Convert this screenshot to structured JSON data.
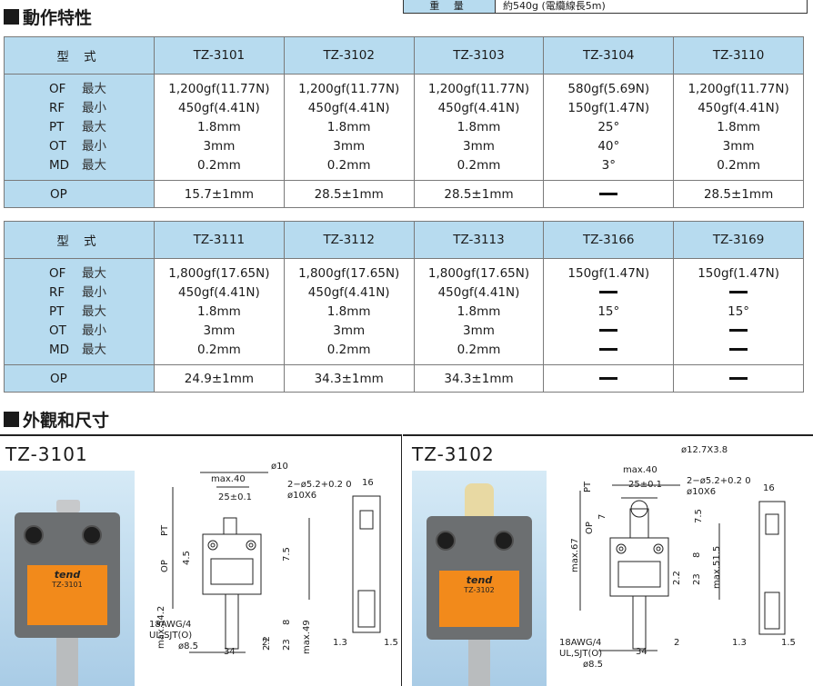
{
  "weight": {
    "label": "重 量",
    "value": "約540g (電纜線長5m)"
  },
  "section_characteristics": "動作特性",
  "section_outline": "外觀和尺寸",
  "param_labels": [
    {
      "key": "OF",
      "qual": "最大"
    },
    {
      "key": "RF",
      "qual": "最小"
    },
    {
      "key": "PT",
      "qual": "最大"
    },
    {
      "key": "OT",
      "qual": "最小"
    },
    {
      "key": "MD",
      "qual": "最大"
    }
  ],
  "op_label": "OP",
  "type_label": "型 式",
  "table1": {
    "models": [
      "TZ-3101",
      "TZ-3102",
      "TZ-3103",
      "TZ-3104",
      "TZ-3110"
    ],
    "values": [
      [
        "1,200gf(11.77N)",
        "450gf(4.41N)",
        "1.8mm",
        "3mm",
        "0.2mm"
      ],
      [
        "1,200gf(11.77N)",
        "450gf(4.41N)",
        "1.8mm",
        "3mm",
        "0.2mm"
      ],
      [
        "1,200gf(11.77N)",
        "450gf(4.41N)",
        "1.8mm",
        "3mm",
        "0.2mm"
      ],
      [
        "580gf(5.69N)",
        "150gf(1.47N)",
        "25°",
        "40°",
        "3°"
      ],
      [
        "1,200gf(11.77N)",
        "450gf(4.41N)",
        "1.8mm",
        "3mm",
        "0.2mm"
      ]
    ],
    "op": [
      "15.7±1mm",
      "28.5±1mm",
      "28.5±1mm",
      "—",
      "28.5±1mm"
    ]
  },
  "table2": {
    "models": [
      "TZ-3111",
      "TZ-3112",
      "TZ-3113",
      "TZ-3166",
      "TZ-3169"
    ],
    "values": [
      [
        "1,800gf(17.65N)",
        "450gf(4.41N)",
        "1.8mm",
        "3mm",
        "0.2mm"
      ],
      [
        "1,800gf(17.65N)",
        "450gf(4.41N)",
        "1.8mm",
        "3mm",
        "0.2mm"
      ],
      [
        "1,800gf(17.65N)",
        "450gf(4.41N)",
        "1.8mm",
        "3mm",
        "0.2mm"
      ],
      [
        "150gf(1.47N)",
        "—",
        "15°",
        "—",
        "—"
      ],
      [
        "150gf(1.47N)",
        "—",
        "15°",
        "—",
        "—"
      ]
    ],
    "op": [
      "24.9±1mm",
      "34.3±1mm",
      "34.3±1mm",
      "—",
      "—"
    ]
  },
  "outline_left": {
    "model": "TZ-3101",
    "brand": "tend",
    "label_model": "TZ-3101",
    "dims": {
      "max40": "max.40",
      "phi10": "ø10",
      "d25": "25±0.1",
      "holes": "2−ø5.2+0.2 0",
      "phi10x6": "ø10X6",
      "pt": "PT",
      "op": "OP",
      "d4_5": "4.5",
      "d7_5": "7.5",
      "max54_2": "max.54.2",
      "d8": "8",
      "d2_2": "2.2",
      "d23": "23",
      "max49": "max.49",
      "d16": "16",
      "cable": "18AWG/4",
      "ul": "UL,SJT(O)",
      "phi8_5": "ø8.5",
      "d34": "34",
      "d2": "2",
      "d1_3": "1.3",
      "d1_5": "1.5"
    }
  },
  "outline_right": {
    "model": "TZ-3102",
    "brand": "tend",
    "label_model": "TZ-3102",
    "dims": {
      "roller": "ø12.7X3.8",
      "max40": "max.40",
      "d25": "25±0.1",
      "holes": "2−ø5.2+0.2 0",
      "phi10x6": "ø10X6",
      "pt": "PT",
      "op": "OP",
      "d7": "7",
      "d7_5": "7.5",
      "max67": "max.67",
      "d8": "8",
      "d2_2": "2.2",
      "d23": "23",
      "max51_5": "max.51.5",
      "d16": "16",
      "cable": "18AWG/4",
      "ul": "UL,SJT(O)",
      "phi8_5": "ø8.5",
      "d34": "34",
      "d2": "2",
      "d1_3": "1.3",
      "d1_5": "1.5"
    }
  },
  "colors": {
    "header_bg": "#b7dbef",
    "label_orange": "#f28a1b",
    "switch_gray": "#6c6f71"
  }
}
